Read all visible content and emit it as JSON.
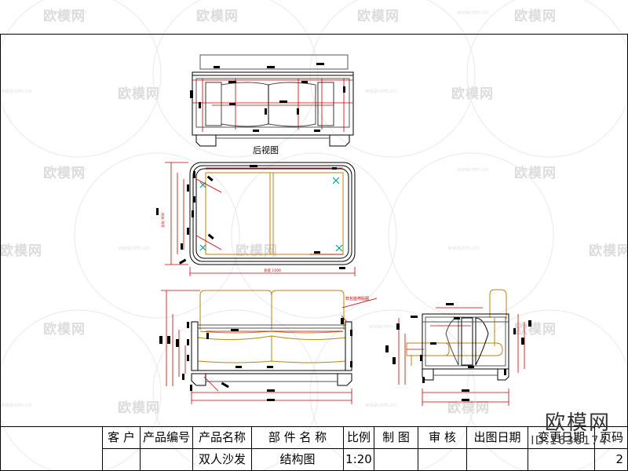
{
  "watermark": {
    "brand": "欧模网",
    "site": "www.om.cn"
  },
  "brand_corner": {
    "name": "欧模网",
    "id": "ID:1636174"
  },
  "views": {
    "back_view_label": "后视图",
    "note_label": "软包座椅贴图",
    "dim_width": "总宽 1100",
    "dim_height": "总长 908"
  },
  "title_block": {
    "headers": [
      "客 户",
      "产品编号",
      "产品名称",
      "部 件 名 称",
      "比例",
      "制 图",
      "审 核",
      "出图日期",
      "变更日期",
      "页码"
    ],
    "values": [
      "",
      "",
      "双人沙发",
      "结构图",
      "1:20",
      "",
      "",
      "",
      "",
      "2"
    ]
  }
}
